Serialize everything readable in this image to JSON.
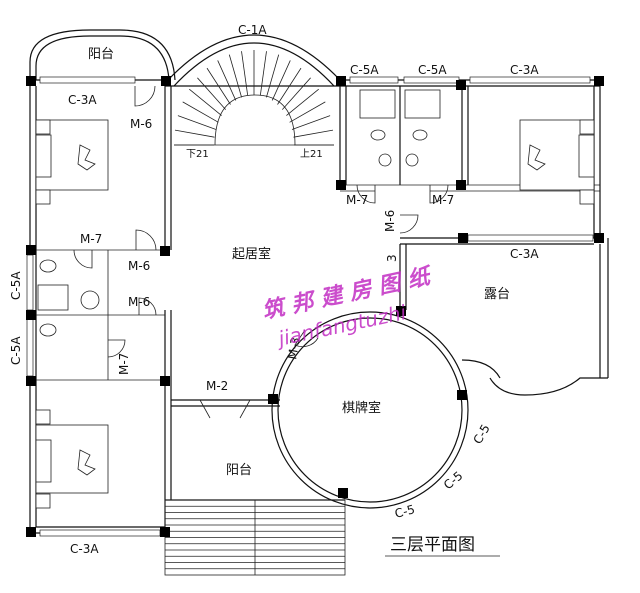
{
  "title": "三层平面图",
  "rooms": {
    "balcony_top": "阳台",
    "living": "起居室",
    "terrace": "露台",
    "card_room": "棋牌室",
    "balcony_bottom": "阳台"
  },
  "stairs": {
    "label_top": "C-1A",
    "down": "下21",
    "up": "上21"
  },
  "labels": {
    "c3a_top_left": "C-3A",
    "c3a_top_right": "C-3A",
    "c5a_1": "C-5A",
    "c5a_2": "C-5A",
    "c5a_left_1": "C-5A",
    "c5a_left_2": "C-5A",
    "c3a_terrace": "C-3A",
    "c3a_bottom": "C-3A",
    "m6_1": "M-6",
    "m6_2": "M-6",
    "m6_3": "M-6",
    "m6_vertical": "M-6",
    "m7_1": "M-7",
    "m7_2": "M-7",
    "m7_3": "M-7",
    "m7_vertical": "M-7",
    "m2": "M-2",
    "m3_1": "M-3",
    "m3_2": "3",
    "c5_1": "C-5",
    "c5_2": "C-5",
    "c5_3": "C-5"
  },
  "watermark": {
    "cn": "筑 邦 建 房 图 纸",
    "en": "jianfangtuzhi"
  }
}
